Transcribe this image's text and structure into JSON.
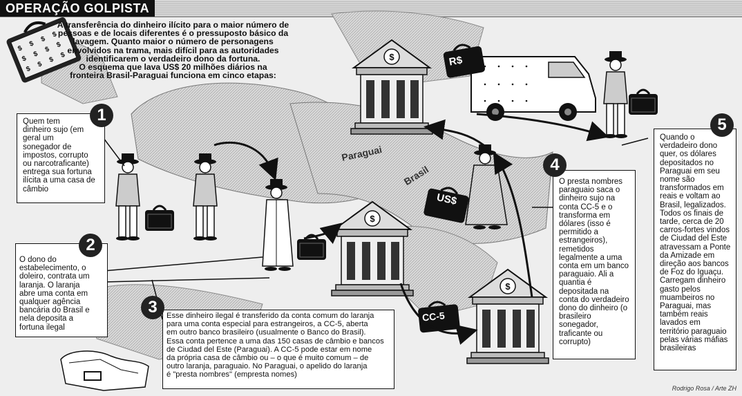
{
  "title": "OPERAÇÃO GOLPISTA",
  "intro": "A transferência do dinheiro ilícito para o maior número de\npessoas e de locais diferentes é o pressuposto básico da\nlavagem. Quanto maior o número de personagens\nenvolvidos na trama, mais difícil para as autoridades\nidentificarem o verdadeiro dono da fortuna.\nO esquema que lava US$ 20 milhões diários na\nfronteira  Brasil-Paraguai funciona em cinco etapas:",
  "map_labels": {
    "paraguai": "Paraguai",
    "brasil": "Brasil"
  },
  "bag_labels": {
    "reais": "R$",
    "dollars": "US$",
    "cc5": "CC-5"
  },
  "steps": [
    {
      "number": "1",
      "text": "Quem tem\ndinheiro sujo (em\ngeral um\nsonegador de\nimpostos, corrupto\nou narcotraficante)\nentrega sua fortuna\nilícita a uma casa de\ncâmbio"
    },
    {
      "number": "2",
      "text": "O dono do\nestabelecimento, o\ndoleiro, contrata um\nlaranja. O laranja\nabre uma conta em\nqualquer agência\nbancária do Brasil e\nnela deposita a\nfortuna ilegal"
    },
    {
      "number": "3",
      "text": "Esse dinheiro ilegal é transferido da conta comum do laranja\npara uma conta especial para estrangeiros, a CC-5, aberta\nem outro banco brasileiro (usualmente o Banco do Brasil).\nEssa conta pertence a uma das 150 casas de câmbio e bancos\nde Ciudad del Este (Paraguai). A CC-5 pode estar em nome\nda própria casa de câmbio ou – o que é muito comum – de\noutro laranja, paraguaio. No Paraguai, o apelido do laranja\né \"presta nombres\" (empresta nomes)"
    },
    {
      "number": "4",
      "text": "O presta nombres\nparaguaio saca o\ndinheiro sujo na\nconta CC-5 e o\ntransforma em\ndólares (isso é\npermitido a\nestrangeiros),\nremetidos\nlegalmente a uma\nconta em um banco\nparaguaio. Ali a\nquantia é\ndepositada na\nconta do verdadeiro\ndono do dinheiro (o\nbrasileiro\nsonegador,\ntraficante ou\ncorrupto)"
    },
    {
      "number": "5",
      "text": "Quando o\nverdadeiro dono\nquer, os dólares\ndepositados no\nParaguai em seu\nnome são\ntransformados em\nreais e voltam ao\nBrasil, legalizados.\nTodos os finais de\ntarde, cerca de 20\ncarros-fortes vindos\nde Ciudad del Este\natravessam a Ponte\nda Amizade em\ndireção aos bancos\nde Foz do Iguaçu.\nCarregam dinheiro\ngasto pelos\nmuambeiros no\nParaguai, mas\ntambém reais\nlavados em\nterritório paraguaio\npelas várias máfias\nbrasileiras"
    }
  ],
  "credit": "Rodrigo Rosa / Arte ZH",
  "colors": {
    "ink": "#111111",
    "paper": "#eeeeee",
    "map_fill": "#cfcfcf",
    "box": "#ffffff"
  }
}
